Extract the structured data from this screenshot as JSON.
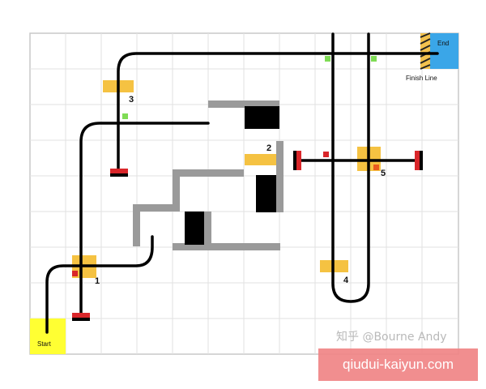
{
  "course": {
    "start_label": "Start",
    "end_label": "End",
    "finish_label": "Finish Line",
    "markers": [
      "1",
      "2",
      "3",
      "4",
      "5"
    ]
  },
  "watermark": {
    "zhihu_text": "知乎 @Bourne Andy",
    "site_text": "qiudui-kaiyun.com"
  },
  "colors": {
    "start_zone": "#ffff33",
    "end_zone": "#3aa6e8",
    "marker_zone": "#f5c242",
    "wall": "#9a9a9a",
    "block": "#000000",
    "stop_red": "#d9262a",
    "green_dot": "#7fdc55",
    "track": "#000000",
    "grid": "#e2e2e2",
    "watermark_band": "#f08486"
  }
}
